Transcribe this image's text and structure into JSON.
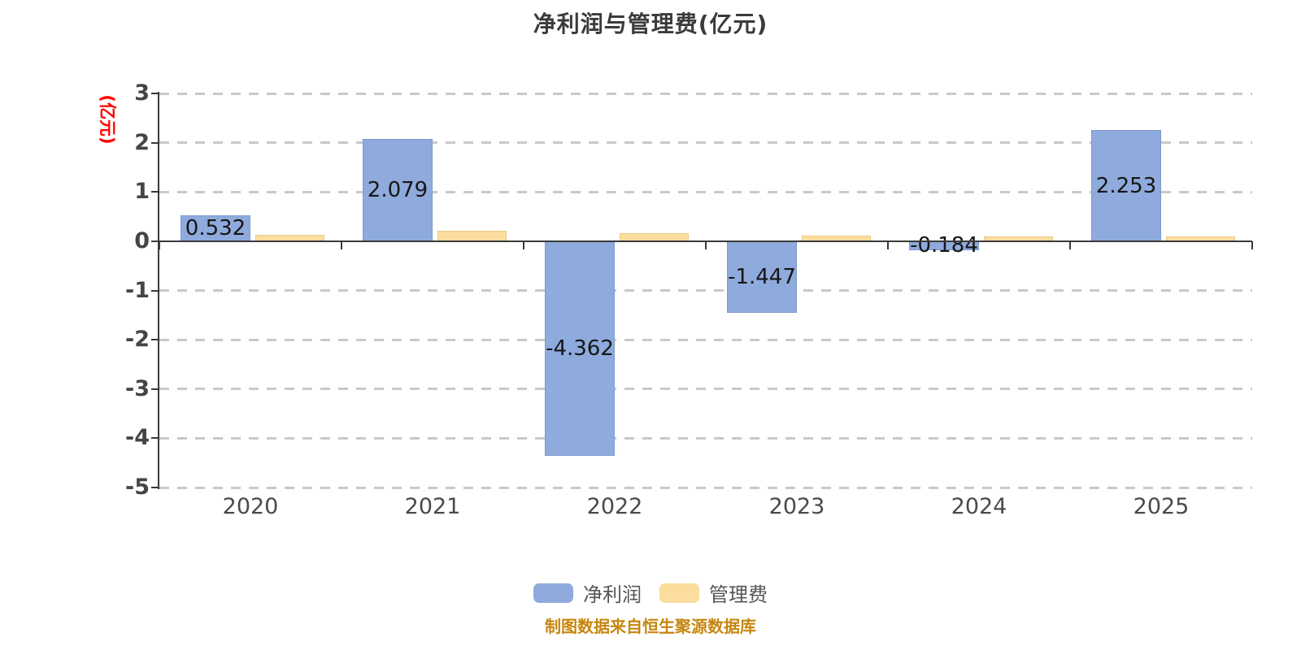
{
  "header": {
    "title": "净利润与管理费(亿元)"
  },
  "chart_data": {
    "type": "bar",
    "title": "净利润与管理费(亿元)",
    "unit_label": "(亿元)",
    "categories": [
      "2020",
      "2021",
      "2022",
      "2023",
      "2024",
      "2025"
    ],
    "series": [
      {
        "name": "净利润",
        "color": "#8FAADC",
        "border_color": "#7E9BCD",
        "values": [
          0.532,
          2.079,
          -4.362,
          -1.447,
          -0.184,
          2.253
        ],
        "labels_shown": true
      },
      {
        "name": "管理费",
        "color": "#FCDD9E",
        "border_color": "#EBCB8B",
        "values": [
          0.13,
          0.22,
          0.17,
          0.12,
          0.1,
          0.1
        ],
        "labels_shown": false
      }
    ],
    "ylim": [
      -5,
      3
    ],
    "y_ticks": [
      3,
      2,
      1,
      0,
      -1,
      -2,
      -3,
      -4,
      -5
    ],
    "ytick_step": 1,
    "grid": "horizontal-dashed",
    "legend_position": "bottom-center",
    "colors": {
      "grid": "#C9C9C9",
      "axis": "#3A3A3A",
      "unit_label": "#FF0000",
      "value_label": "#161616",
      "footer": "#C6860F"
    }
  },
  "footer": {
    "source_note": "制图数据来自恒生聚源数据库"
  }
}
